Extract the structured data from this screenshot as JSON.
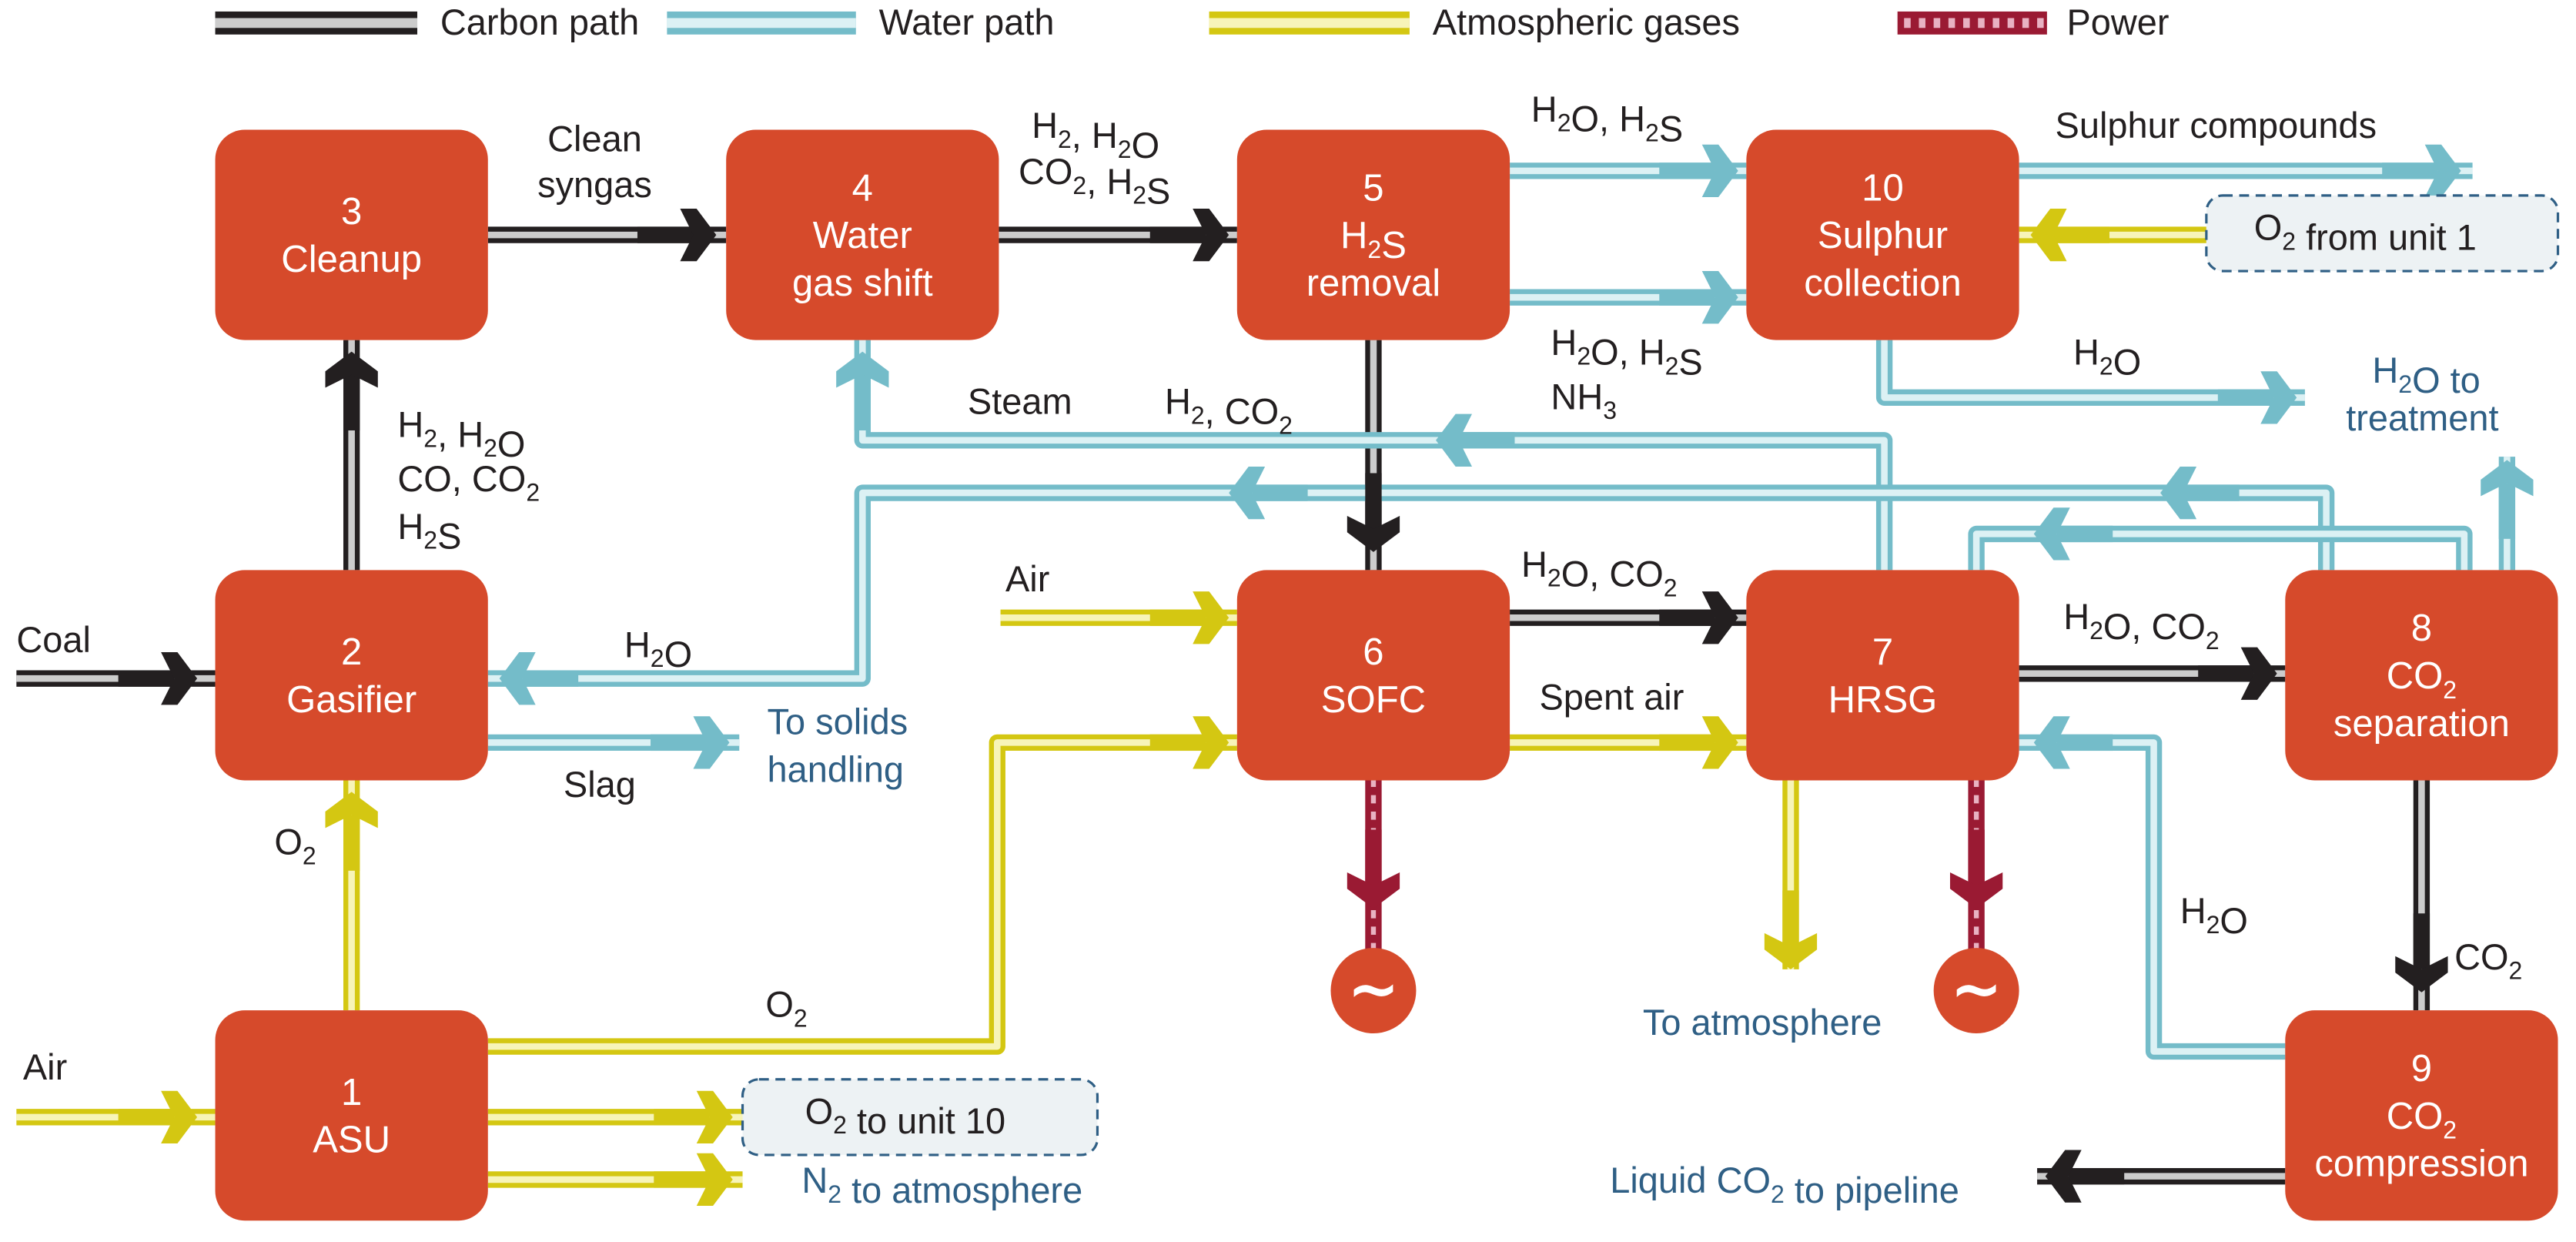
{
  "colors": {
    "box": "#d64a2b",
    "carbon_outer": "#231f20",
    "carbon_inner": "#cccccc",
    "water_outer": "#74bcc9",
    "water_inner": "#dcf1f4",
    "atmos_outer": "#d4c712",
    "atmos_inner": "#f7f4b8",
    "power_outer": "#9a1a33",
    "power_inner": "#e8b2c2",
    "blue_text": "#2f5f85",
    "note_fill": "#edf2f4",
    "note_stroke": "#2f5f85"
  },
  "legend": [
    {
      "type": "carbon",
      "label": "Carbon path"
    },
    {
      "type": "water",
      "label": "Water path"
    },
    {
      "type": "atmos",
      "label": "Atmospheric gases"
    },
    {
      "type": "power",
      "label": "Power"
    }
  ],
  "units": [
    {
      "id": "1",
      "lines": [
        "1",
        "ASU"
      ]
    },
    {
      "id": "2",
      "lines": [
        "2",
        "Gasifier"
      ]
    },
    {
      "id": "3",
      "lines": [
        "3",
        "Cleanup"
      ]
    },
    {
      "id": "4",
      "lines": [
        "4",
        "Water",
        "gas shift"
      ]
    },
    {
      "id": "5",
      "lines": [
        "5",
        "H₂S",
        "removal"
      ]
    },
    {
      "id": "6",
      "lines": [
        "6",
        "SOFC"
      ]
    },
    {
      "id": "7",
      "lines": [
        "7",
        "HRSG"
      ]
    },
    {
      "id": "8",
      "lines": [
        "8",
        "CO₂",
        "separation"
      ]
    },
    {
      "id": "9",
      "lines": [
        "9",
        "CO₂",
        "compression"
      ]
    },
    {
      "id": "10",
      "lines": [
        "10",
        "Sulphur",
        "collection"
      ]
    }
  ],
  "labels": {
    "clean_syngas_1": "Clean",
    "clean_syngas_2": "syngas",
    "wgs_out_1": "H₂, H₂O",
    "wgs_out_2": "CO₂, H₂S",
    "h2s_top": "H₂O, H₂S",
    "sulphur_compounds": "Sulphur compounds",
    "o2_from_unit1": "O₂ from unit 1",
    "h2s_bottom_1": "H₂O, H₂S",
    "h2s_bottom_2": "NH₃",
    "h2o_to_treat_flow": "H₂O",
    "h2o_to_treatment_1": "H₂O to",
    "h2o_to_treatment_2": "treatment",
    "gasifier_out_1": "H₂, H₂O",
    "gasifier_out_2": "CO, CO₂",
    "gasifier_out_3": "H₂S",
    "steam": "Steam",
    "h2_co2": "H₂, CO₂",
    "coal": "Coal",
    "h2o_gasifier": "H₂O",
    "to_solids_1": "To solids",
    "to_solids_2": "handling",
    "slag": "Slag",
    "o2_gasifier": "O₂",
    "air_sofc": "Air",
    "sofc_out": "H₂O, CO₂",
    "spent_air": "Spent air",
    "hrsg_out": "H₂O, CO₂",
    "o2_sofc": "O₂",
    "to_atmosphere": "To atmosphere",
    "h2o_comp": "H₂O",
    "co2_down": "CO₂",
    "air_asu": "Air",
    "o2_to_unit10": "O₂ to unit 10",
    "n2_to_atmosphere": "N₂ to atmosphere",
    "liquid_co2": "Liquid CO₂ to pipeline",
    "generator_symbol": "~"
  }
}
